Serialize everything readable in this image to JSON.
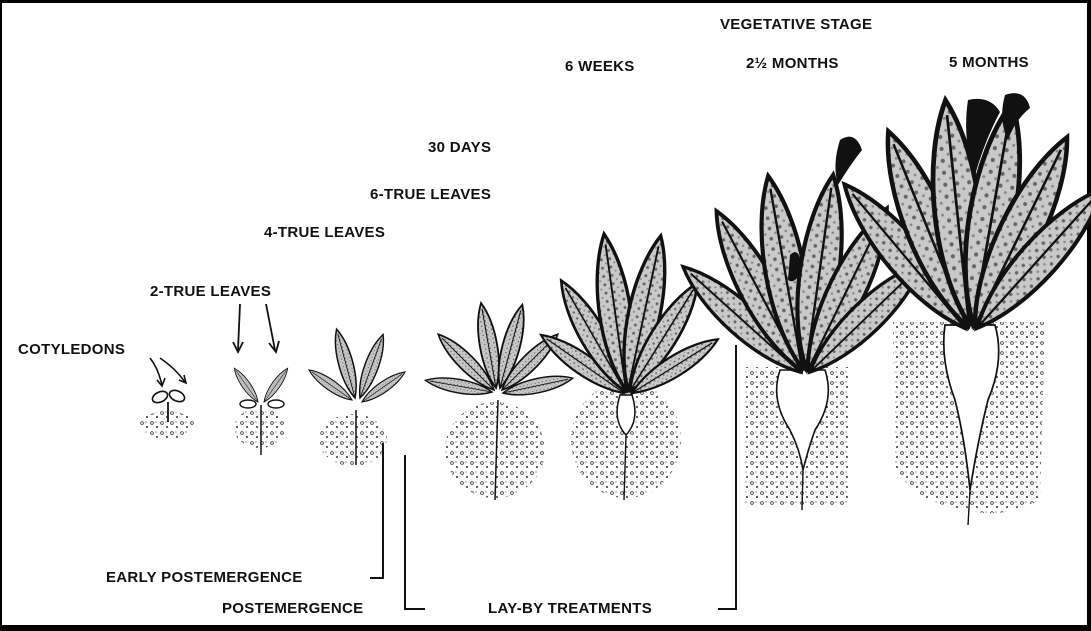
{
  "labels": {
    "vegetative_stage": "VEGETATIVE STAGE",
    "six_weeks": "6 WEEKS",
    "two_half_months": "2½ MONTHS",
    "five_months": "5 MONTHS",
    "thirty_days": "30 DAYS",
    "six_true_leaves": "6-TRUE LEAVES",
    "four_true_leaves": "4-TRUE LEAVES",
    "two_true_leaves": "2-TRUE LEAVES",
    "cotyledons": "COTYLEDONS",
    "early_postemergence": "EARLY POSTEMERGENCE",
    "postemergence": "POSTEMERGENCE",
    "lay_by": "LAY-BY TREATMENTS"
  }
}
